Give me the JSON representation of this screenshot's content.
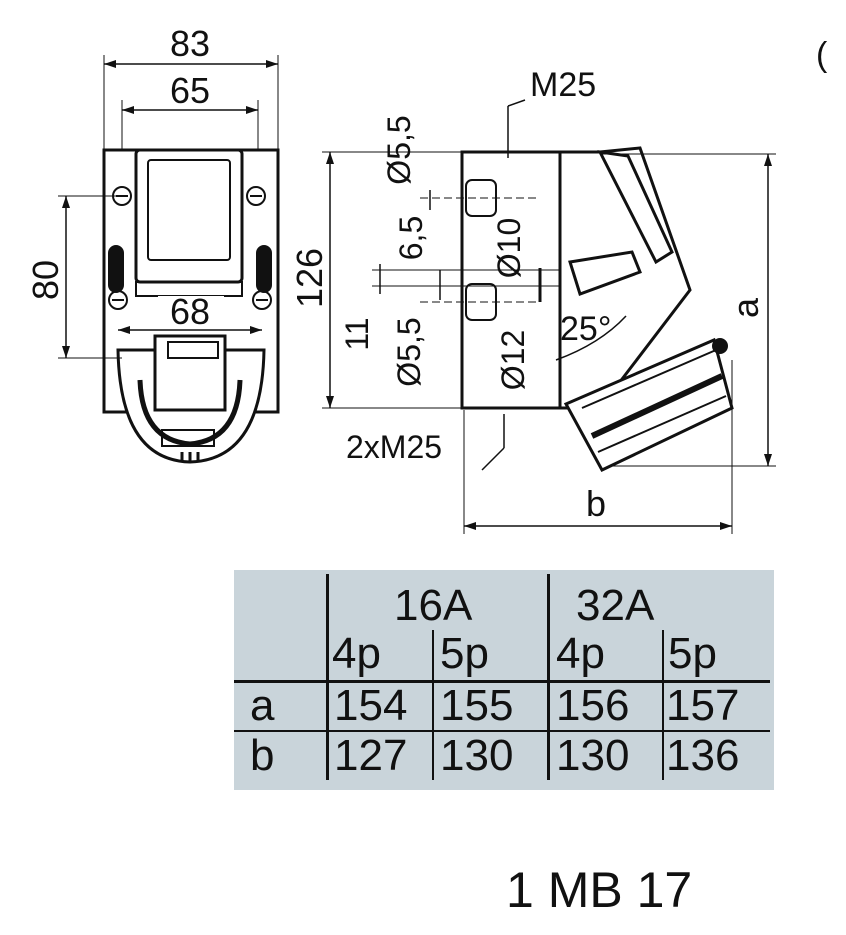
{
  "front_view": {
    "dim_width_outer": "83",
    "dim_width_inner": "65",
    "dim_height": "80",
    "dim_mount": "68",
    "dim_total_height": "126"
  },
  "side_view": {
    "thread_top": "M25",
    "hole_dia_top": "Ø5,5",
    "dim_6_5": "6,5",
    "hole_dia_10": "Ø10",
    "dim_11": "11",
    "hole_dia_bottom": "Ø5,5",
    "hole_dia_12": "Ø12",
    "angle": "25°",
    "thread_bottom": "2xM25",
    "dim_a": "a",
    "dim_b": "b"
  },
  "table": {
    "group1": "16A",
    "group2": "32A",
    "sub": [
      "4p",
      "5p",
      "4p",
      "5p"
    ],
    "rows": [
      {
        "label": "a",
        "values": [
          "154",
          "155",
          "156",
          "157"
        ]
      },
      {
        "label": "b",
        "values": [
          "127",
          "130",
          "130",
          "136"
        ]
      }
    ]
  },
  "model_code": "1 MB 17",
  "corner_mark": "("
}
